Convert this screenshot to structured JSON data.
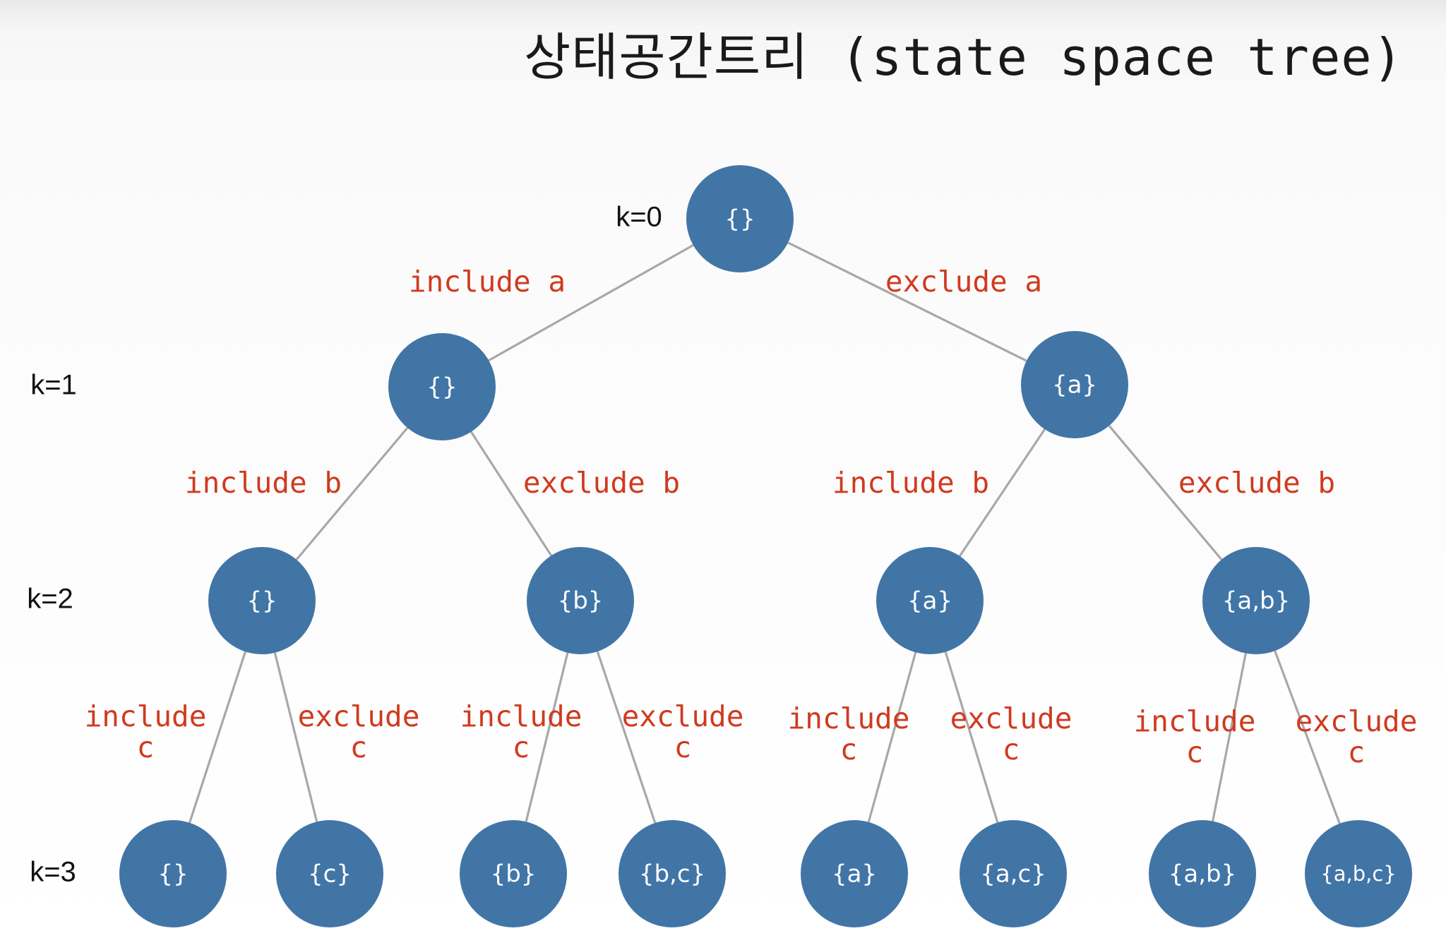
{
  "title": "상태공간트리 (state space tree)",
  "colors": {
    "node": "#4175a6",
    "node_text": "#ffffff",
    "edge": "#a8a8a8",
    "edge_label": "#d03a1f",
    "level_label": "#111111"
  },
  "levels": [
    {
      "label": "k=0"
    },
    {
      "label": "k=1"
    },
    {
      "label": "k=2"
    },
    {
      "label": "k=3"
    }
  ],
  "nodes": [
    {
      "id": "n0",
      "label": "{}"
    },
    {
      "id": "n1",
      "label": "{}"
    },
    {
      "id": "n2",
      "label": "{a}"
    },
    {
      "id": "n3",
      "label": "{}"
    },
    {
      "id": "n4",
      "label": "{b}"
    },
    {
      "id": "n5",
      "label": "{a}"
    },
    {
      "id": "n6",
      "label": "{a,b}"
    },
    {
      "id": "n7",
      "label": "{}"
    },
    {
      "id": "n8",
      "label": "{c}"
    },
    {
      "id": "n9",
      "label": "{b}"
    },
    {
      "id": "n10",
      "label": "{b,c}"
    },
    {
      "id": "n11",
      "label": "{a}"
    },
    {
      "id": "n12",
      "label": "{a,c}"
    },
    {
      "id": "n13",
      "label": "{a,b}"
    },
    {
      "id": "n14",
      "label": "{a,b,c}"
    }
  ],
  "edges": [
    {
      "from": "n0",
      "to": "n1",
      "lines": [
        "include a"
      ]
    },
    {
      "from": "n0",
      "to": "n2",
      "lines": [
        "exclude a"
      ]
    },
    {
      "from": "n1",
      "to": "n3",
      "lines": [
        "include b"
      ]
    },
    {
      "from": "n1",
      "to": "n4",
      "lines": [
        "exclude b"
      ]
    },
    {
      "from": "n2",
      "to": "n5",
      "lines": [
        "include b"
      ]
    },
    {
      "from": "n2",
      "to": "n6",
      "lines": [
        "exclude b"
      ]
    },
    {
      "from": "n3",
      "to": "n7",
      "lines": [
        "include",
        "c"
      ]
    },
    {
      "from": "n3",
      "to": "n8",
      "lines": [
        "exclude",
        "c"
      ]
    },
    {
      "from": "n4",
      "to": "n9",
      "lines": [
        "include",
        "c"
      ]
    },
    {
      "from": "n4",
      "to": "n10",
      "lines": [
        "exclude",
        "c"
      ]
    },
    {
      "from": "n5",
      "to": "n11",
      "lines": [
        "include",
        "c"
      ]
    },
    {
      "from": "n5",
      "to": "n12",
      "lines": [
        "exclude",
        "c"
      ]
    },
    {
      "from": "n6",
      "to": "n13",
      "lines": [
        "include",
        "c"
      ]
    },
    {
      "from": "n6",
      "to": "n14",
      "lines": [
        "exclude",
        "c"
      ]
    }
  ]
}
